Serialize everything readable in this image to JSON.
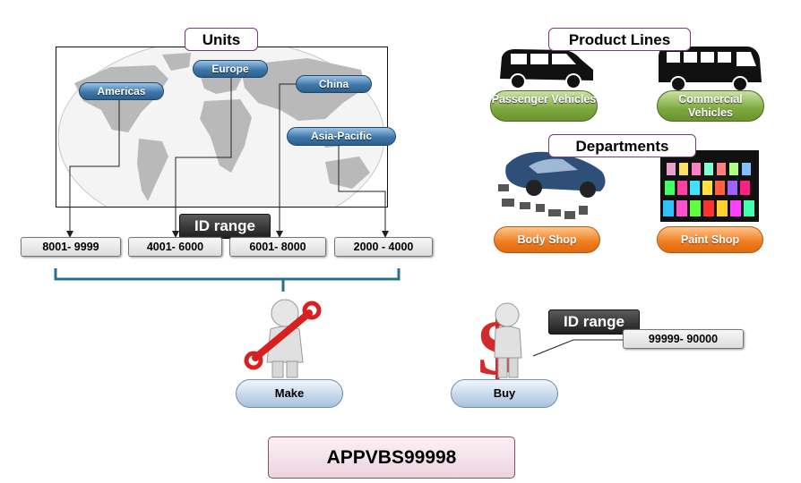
{
  "units": {
    "title": "Units",
    "regions": [
      "Americas",
      "Europe",
      "China",
      "Asia-Pacific"
    ],
    "id_ranges": [
      "8001- 9999",
      "4001- 6000",
      "6001- 8000",
      "2000 - 4000"
    ],
    "id_range_label": "ID range"
  },
  "product_lines": {
    "title": "Product Lines",
    "passenger": "Passenger Vehicles",
    "commercial": "Commercial Vehicles"
  },
  "departments": {
    "title": "Departments",
    "body_shop": "Body Shop",
    "paint_shop": "Paint Shop"
  },
  "make": {
    "label": "Make"
  },
  "buy": {
    "label": "Buy",
    "id_range_label": "ID range",
    "id_range": "99999- 90000"
  },
  "main_code": "APPVBS99998",
  "colors": {
    "region_pill": "#3e78ab",
    "green_pill": "#7da83e",
    "orange_pill": "#f07c1e",
    "bracket": "#2a6f8f",
    "dollar": "#d22a2a"
  }
}
